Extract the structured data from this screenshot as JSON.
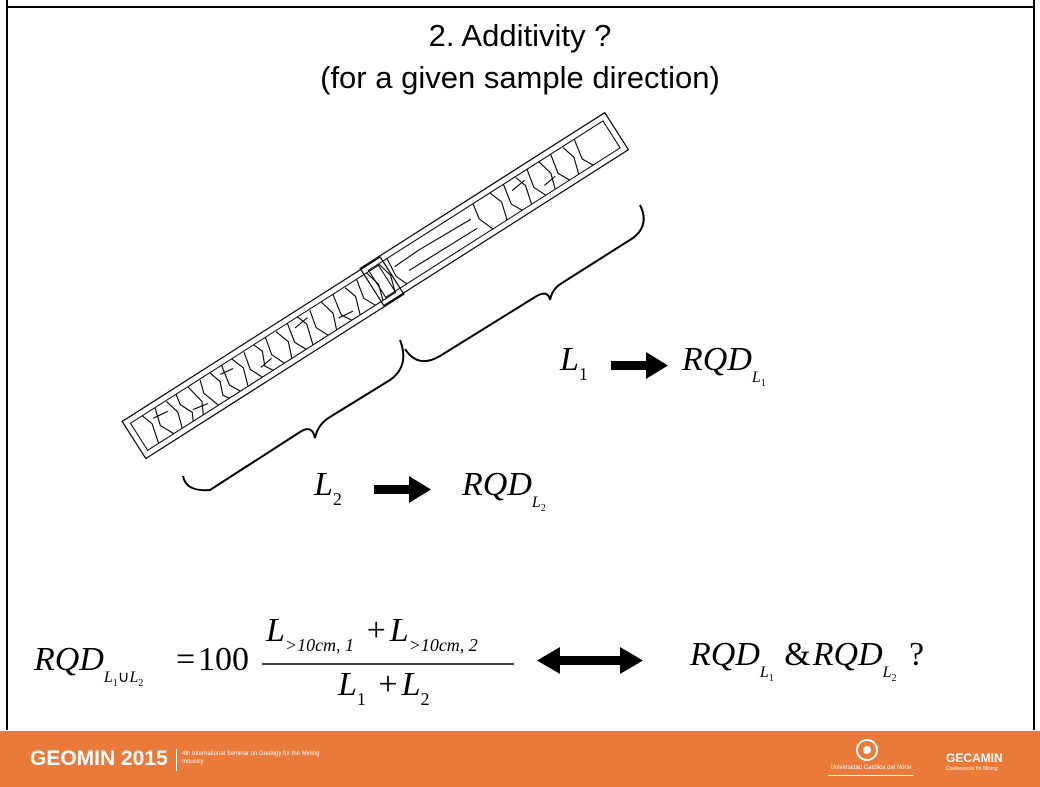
{
  "slide": {
    "title_line1": "2. Additivity ?",
    "title_line2": "(for a given sample direction)"
  },
  "labels": {
    "L": "L",
    "sub1": "1",
    "sub2": "2",
    "RQD": "RQD"
  },
  "formula": {
    "lhs": "RQD",
    "lhs_sub": "L",
    "lhs_sub_1": "1",
    "lhs_union": "∪",
    "lhs_sub_L2": "L",
    "lhs_sub_2": "2",
    "equals": "=",
    "factor": "100",
    "num_L1": "L",
    "num_L1_sub": ">10cm, 1",
    "plus": "+",
    "num_L2": "L",
    "num_L2_sub": ">10cm, 2",
    "den_L1": "L",
    "den_L1_sub": "1",
    "den_L2": "L",
    "den_L2_sub": "2",
    "amp": "&",
    "question": "?"
  },
  "footer": {
    "brand": "GEOMIN 2015",
    "subtitle": "4th International Seminar on Geology for the Mining Industry",
    "university": "Universidad Católica del Norte",
    "gecamin": "GECAMIN",
    "gecamin_sub": "Conferences for Mining"
  },
  "colors": {
    "footer_bg": "#ea7a3a",
    "ink": "#000000"
  }
}
